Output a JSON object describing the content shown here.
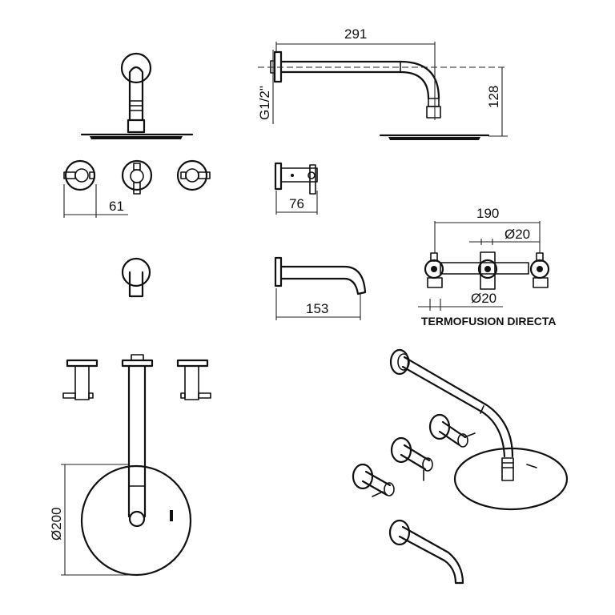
{
  "diagram": {
    "type": "technical-drawing",
    "subject": "wall-mounted shower and bath tap set with rain shower head",
    "dimensions": {
      "shower_arm_length": "291",
      "shower_arm_height": "128",
      "shower_arm_thread": "G1/2\"",
      "handle_spacing": "61",
      "handle_projection": "76",
      "spout_projection": "153",
      "valve_body_width": "190",
      "valve_pipe_diameter_top": "Ø20",
      "valve_pipe_diameter_bottom": "Ø20",
      "shower_head_diameter": "Ø200"
    },
    "labels": {
      "valve_title": "TERMOFUSION DIRECTA"
    },
    "colors": {
      "line": "#111111",
      "background": "#ffffff"
    }
  }
}
